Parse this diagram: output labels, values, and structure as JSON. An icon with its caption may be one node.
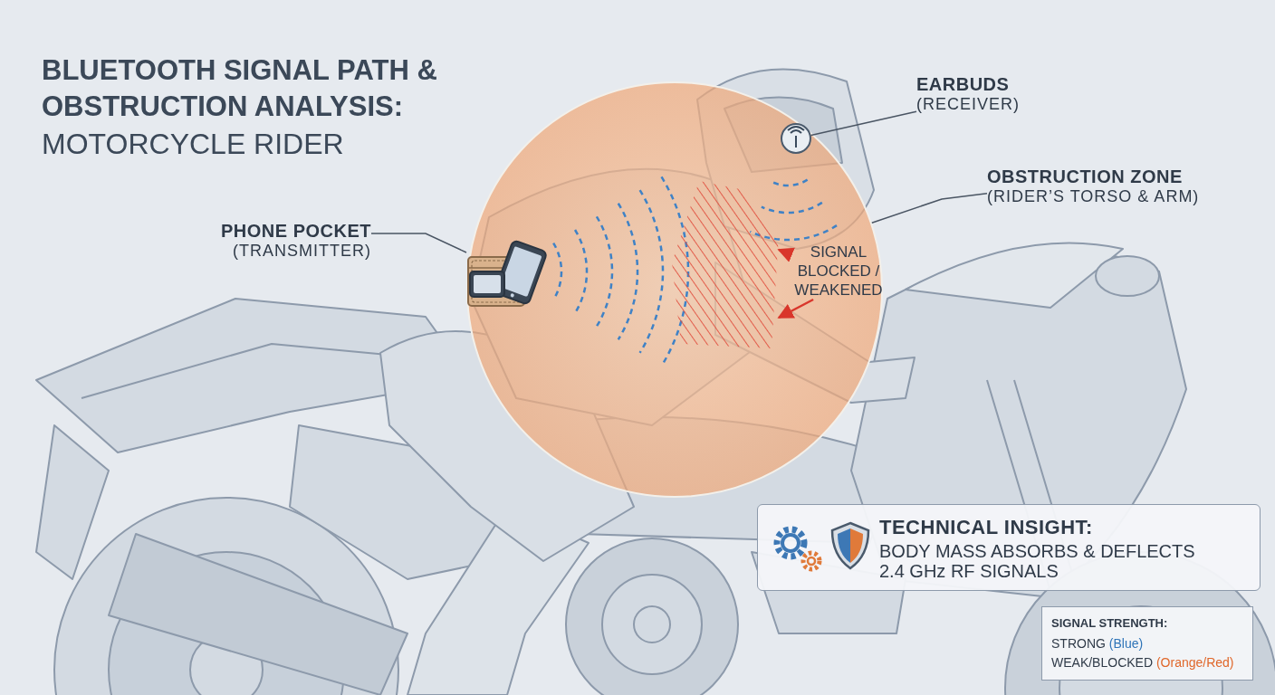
{
  "diagram": {
    "title": "BLUETOOTH SIGNAL PATH & OBSTRUCTION ANALYSIS:",
    "nodes": [
      {
        "text": [
          "EARBUDS",
          "(RECEIVER)"
        ]
      },
      {
        "text": [],
        "shape": "circle",
        "in": 3
      },
      {
        "text": [
          "OBSTRUCTION ZONE",
          "(RIDER’S TORSO & ARM)"
        ]
      },
      {
        "text": [],
        "shape": "circle"
      },
      {
        "text": [
          "PHONE POCKET",
          "(TRANSMITTER)"
        ]
      },
      {
        "text": [],
        "shape": "picture",
        "in": 3
      },
      {
        "text": [
          "SIGNAL BLOCKED / WEAKENED"
        ],
        "in": 3
      },
      {
        "text": [],
        "shape": "box",
        "in": 3
      },
      {
        "text": [
          "TECHNICAL INSIGHT:",
          "BODY MASS ABSORBS & DEFLECTS 2.4 GHz RF SIGNALS"
        ]
      }
    ],
    "edges": [
      {
        "from": 0,
        "to": 1,
        "arrow": "none"
      },
      {
        "from": 2,
        "to": 3,
        "arrow": "none"
      },
      {
        "from": 4,
        "to": 5,
        "arrow": "none"
      },
      {
        "from": 6,
        "to": 7,
        "arrow": "to",
        "color": "#d9362b"
      },
      {
        "from": 6,
        "to": 7,
        "arrow": "to",
        "color": "#d9362b"
      }
    ],
    "labels": [
      "MOTORCYCLE RIDER",
      "SIGNAL STRENGTH:"
    ],
    "legend": [
      {
        "text": "STRONG (Blue)",
        "color": "#2f74b8"
      },
      {
        "text": "WEAK/BLOCKED (Orange/Red)",
        "color": "#e0672a"
      }
    ]
  }
}
